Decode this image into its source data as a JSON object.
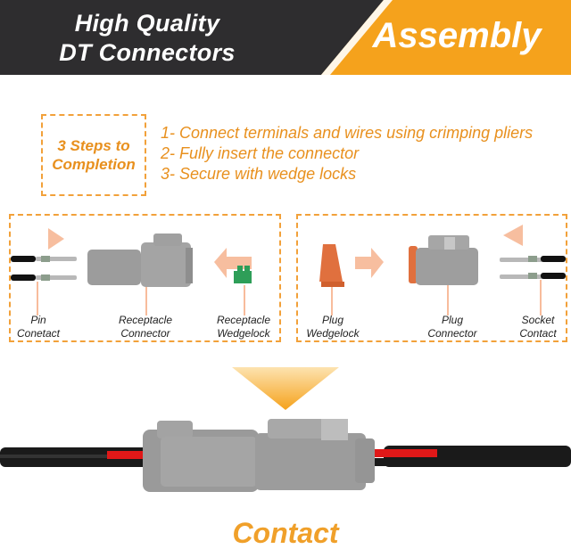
{
  "banner": {
    "left_title_line1": "High Quality",
    "left_title_line2": "DT Connectors",
    "right_title": "Assembly"
  },
  "steps": {
    "box_line1": "3 Steps to",
    "box_line2": "Completion",
    "items": [
      "1- Connect terminals and wires using crimping pliers",
      "2- Fully insert the connector",
      "3- Secure with wedge locks"
    ]
  },
  "left_panel": {
    "labels": [
      {
        "line1": "Pin",
        "line2": "Conetact"
      },
      {
        "line1": "Receptacle",
        "line2": "Connector"
      },
      {
        "line1": "Receptacle",
        "line2": "Wedgelock"
      }
    ]
  },
  "right_panel": {
    "labels": [
      {
        "line1": "Plug",
        "line2": "Wedgelock"
      },
      {
        "line1": "Plug",
        "line2": "Connector"
      },
      {
        "line1": "Socket",
        "line2": "Contact"
      }
    ]
  },
  "footer": {
    "title": "Contact"
  },
  "colors": {
    "dark_banner": "#2e2d2f",
    "orange": "#f5a21c",
    "accent_text": "#e8901e",
    "connector_gray": "#9a9a9a",
    "wedgelock_green": "#2e9e58",
    "wedgelock_orange": "#e0703e",
    "wire_red": "#e01818"
  }
}
